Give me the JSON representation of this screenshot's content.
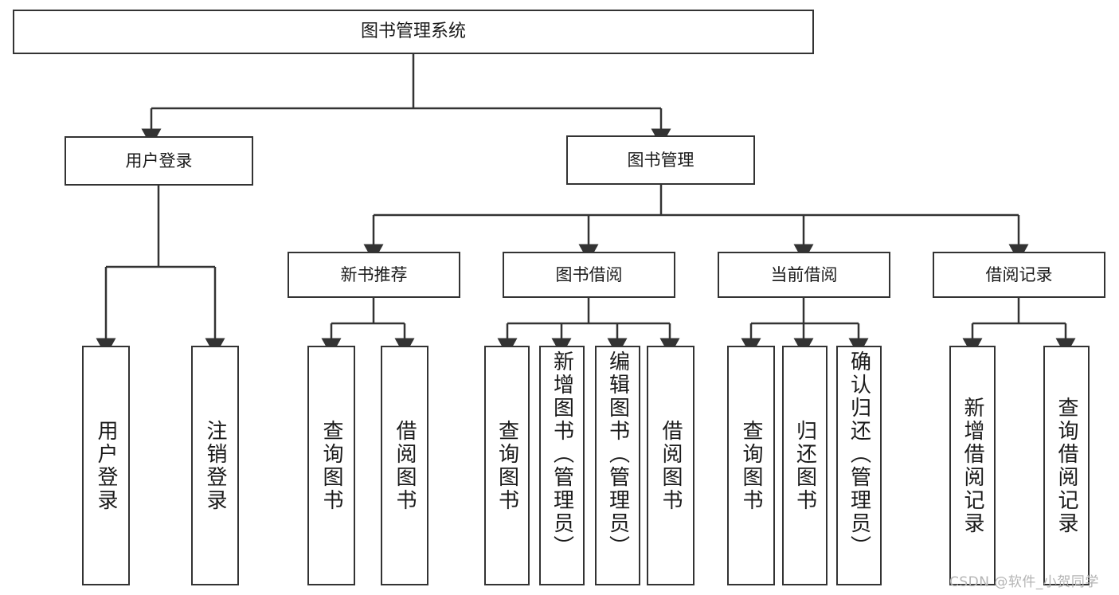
{
  "diagram": {
    "title": "图书管理系统",
    "watermark": "CSDN @软件_小贺同学",
    "colors": {
      "border": "#333333",
      "text": "#1a1a1a",
      "background": "#ffffff",
      "watermark": "#b4b4b4"
    },
    "root": {
      "label": "图书管理系统"
    },
    "level2": [
      {
        "label": "用户登录"
      },
      {
        "label": "图书管理"
      }
    ],
    "level3": [
      {
        "label": "新书推荐"
      },
      {
        "label": "图书借阅"
      },
      {
        "label": "当前借阅"
      },
      {
        "label": "借阅记录"
      }
    ],
    "leaves": {
      "user_login": [
        {
          "label": "用户登录"
        },
        {
          "label": "注销登录"
        }
      ],
      "new_book": [
        {
          "label": "查询图书"
        },
        {
          "label": "借阅图书"
        }
      ],
      "borrow_book": [
        {
          "label": "查询图书"
        },
        {
          "label": "新增图书（管理员）"
        },
        {
          "label": "编辑图书（管理员）"
        },
        {
          "label": "借阅图书"
        }
      ],
      "current_borrow": [
        {
          "label": "查询图书"
        },
        {
          "label": "归还图书"
        },
        {
          "label": "确认归还（管理员）"
        }
      ],
      "borrow_record": [
        {
          "label": "新增借阅记录"
        },
        {
          "label": "查询借阅记录"
        }
      ]
    }
  }
}
